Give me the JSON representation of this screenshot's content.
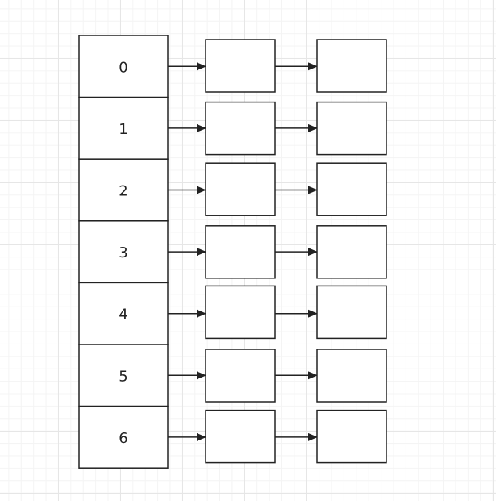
{
  "diagram": {
    "buckets": [
      {
        "index_label": "0",
        "chain_length": 2
      },
      {
        "index_label": "1",
        "chain_length": 2
      },
      {
        "index_label": "2",
        "chain_length": 2
      },
      {
        "index_label": "3",
        "chain_length": 2
      },
      {
        "index_label": "4",
        "chain_length": 2
      },
      {
        "index_label": "5",
        "chain_length": 2
      },
      {
        "index_label": "6",
        "chain_length": 2
      }
    ],
    "colors": {
      "stroke": "#222222",
      "fill": "#ffffff",
      "grid_major": "#e6e6e6",
      "grid_minor": "#f4f4f4"
    }
  }
}
